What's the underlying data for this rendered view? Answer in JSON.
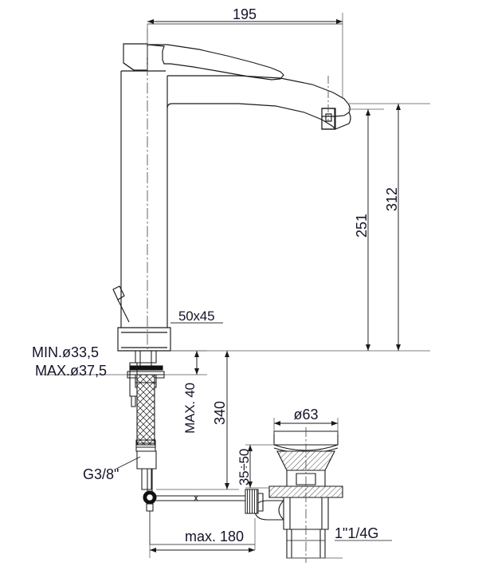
{
  "drawing": {
    "type": "technical-dimension-drawing",
    "subject": "Tall single-lever basin mixer tap with pop-up waste drain assembly",
    "units": "mm",
    "background_color": "#ffffff",
    "line_color": "#1a1a1a",
    "text_color": "#14142a",
    "dimensions": {
      "spout_reach": {
        "label": "195",
        "orientation": "horizontal",
        "position": "top"
      },
      "total_height": {
        "label": "312",
        "orientation": "vertical-rotated",
        "position": "right-outer"
      },
      "spout_height": {
        "label": "251",
        "orientation": "vertical-rotated",
        "position": "right-inner"
      },
      "body_section": {
        "label": "50x45",
        "orientation": "horizontal",
        "position": "body-base"
      },
      "hole_min": {
        "label": "MIN.ø33,5",
        "orientation": "horizontal",
        "position": "left"
      },
      "hole_max": {
        "label": "MAX.ø37,5",
        "orientation": "horizontal",
        "position": "left"
      },
      "max_thickness": {
        "label": "MAX. 40",
        "orientation": "vertical-rotated",
        "position": "below-counter-inner"
      },
      "hose_length": {
        "label": "340",
        "orientation": "vertical-rotated",
        "position": "below-counter-outer"
      },
      "inlet_thread": {
        "label": "G3/8\"",
        "orientation": "horizontal",
        "position": "leader-left"
      },
      "drain_flange_diameter": {
        "label": "ø63",
        "orientation": "horizontal",
        "position": "drain-top"
      },
      "drain_basin_thickness": {
        "label": "35÷50",
        "orientation": "vertical-rotated",
        "position": "drain-left"
      },
      "drain_outlet_thread": {
        "label": "1\"1/4G",
        "orientation": "horizontal",
        "position": "drain-bottom-right"
      },
      "rod_max_distance": {
        "label": "max. 180",
        "orientation": "horizontal",
        "position": "bottom"
      }
    }
  }
}
